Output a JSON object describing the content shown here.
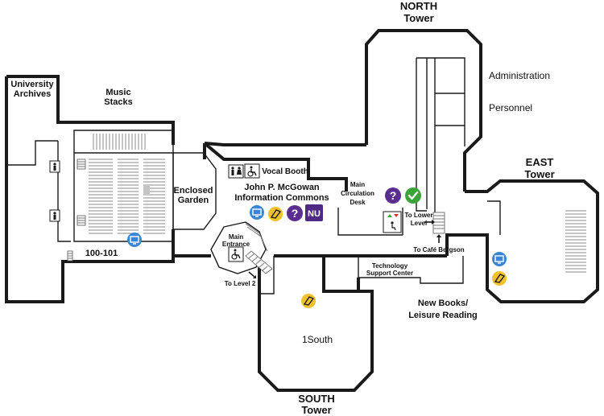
{
  "map": {
    "towers": {
      "north": {
        "name": "NORTH",
        "suffix": "Tower"
      },
      "east": {
        "name": "EAST",
        "suffix": "Tower"
      },
      "south": {
        "name": "SOUTH",
        "suffix": "Tower"
      }
    },
    "rooms": {
      "university_archives": [
        "University",
        "Archives"
      ],
      "music_stacks": [
        "Music",
        "Stacks"
      ],
      "enclosed_garden": [
        "Enclosed",
        "Garden"
      ],
      "vocal_booth": "Vocal Booth",
      "info_commons": [
        "John P. McGowan",
        "Information Commons"
      ],
      "main_circulation": [
        "Main",
        "Circulation",
        "Desk"
      ],
      "administration": "Administration",
      "personnel": "Personnel",
      "room_100_101": "100-101",
      "main_entrance": [
        "Main",
        "Entrance"
      ],
      "to_level_2": "To Level 2",
      "to_lower_level": [
        "To Lower",
        "Level"
      ],
      "to_cafe": "To Café Bergson",
      "tech_support": [
        "Technology",
        "Support Center"
      ],
      "new_books": [
        "New Books/",
        "Leisure Reading"
      ],
      "one_south": "1South"
    },
    "badges": {
      "nu": "NU",
      "help": "?",
      "check": "✓"
    },
    "icons": [
      "computer-icon",
      "printer-icon",
      "help-icon",
      "nu-logo-icon",
      "checkmark-icon",
      "restroom-icon",
      "wheelchair-icon",
      "elevator-icon",
      "stairs-icon",
      "arrow-icon"
    ],
    "colors": {
      "wall": "#1a1a1a",
      "computer_blue": "#3a86d4",
      "printer_yellow": "#f2c12e",
      "help_purple": "#5b2d91",
      "nu_purple": "#4e2a84",
      "check_green": "#3aa536"
    }
  }
}
